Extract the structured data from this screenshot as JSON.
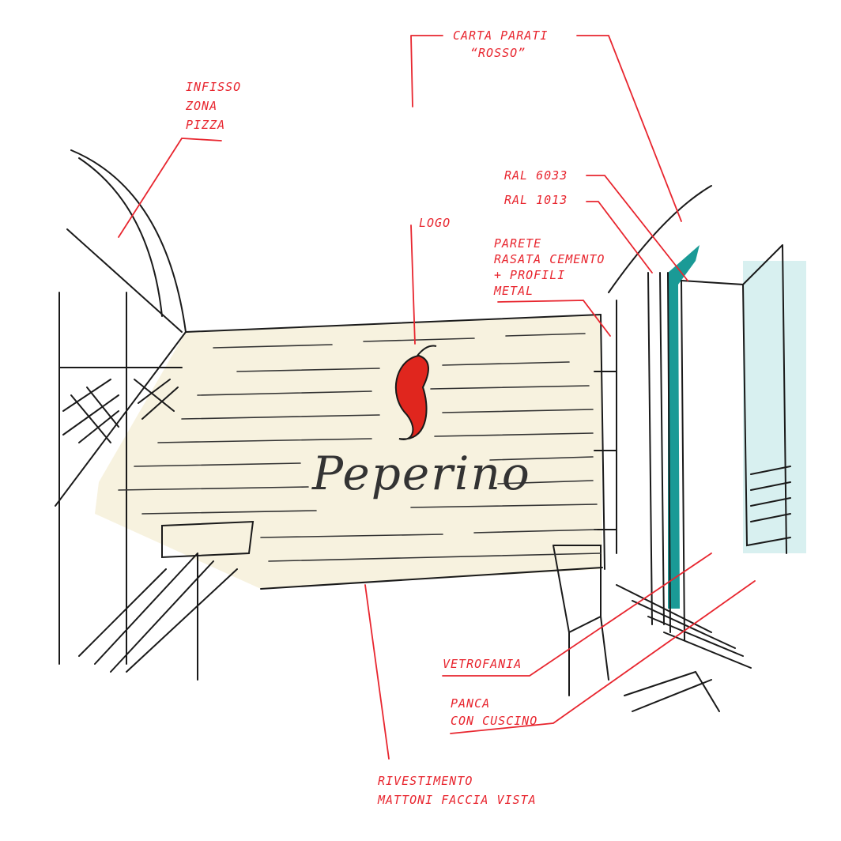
{
  "logo": {
    "text": "Peperino"
  },
  "annotations": {
    "wallpaper_1": "CARTA PARATI",
    "wallpaper_2": "“ROSSO”",
    "window_1": "INFISSO",
    "window_2": "ZONA",
    "window_3": "PIZZA",
    "ral_a": "RAL 6033",
    "ral_b": "RAL 1013",
    "wall_1": "PARETE",
    "wall_2": "RASATA CEMENTO",
    "wall_3": "+ PROFILI",
    "wall_4": "METAL",
    "logo_label": "LOGO",
    "window_film": "VETROFANIA",
    "bench_1": "PANCA",
    "bench_2": "CON CUSCINO",
    "cladding_1": "RIVESTIMENTO",
    "cladding_2": "MATTONI FACCIA VISTA"
  },
  "colors": {
    "annotation": "#e8262f",
    "ink": "#1a1a1a",
    "brick_wall": "#f7f2df",
    "teal": "#1a9a96",
    "teal_light": "#d8f0f0",
    "chili": "#e0261e"
  }
}
